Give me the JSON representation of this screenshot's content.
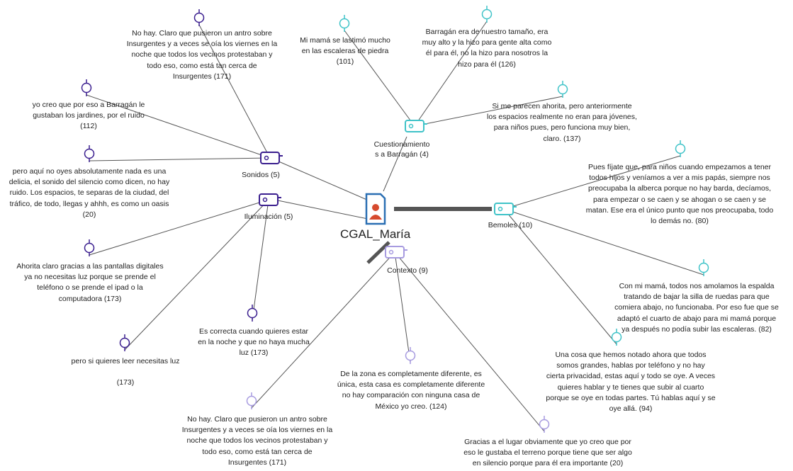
{
  "case": {
    "name": "CGAL_María",
    "icon": "document-person-icon"
  },
  "colors": {
    "sonidos": "#3b1f8f",
    "barragan": "#3fc3c8",
    "contexto": "#a79be0",
    "connector": "#555555",
    "line": "#555555"
  },
  "codes": {
    "sonidos": "Sonidos (5)",
    "iluminacion": "Iluminación (5)",
    "cuestionamiento": "Cuestionamiento\ns a Barragán (4)",
    "bemoles": "Bemoles (10)",
    "contexto": "Contexto (9)"
  },
  "quotes": {
    "q1": "No hay. Claro que pusieron un antro sobre\nInsurgentes y a veces se oía los viernes en la\nnoche que todos los vecinos protestaban y\ntodo eso, como está tan cerca de\nInsurgentes (171)",
    "q2": "yo creo que por eso a Barragán le\ngustaban los jardines, por el ruido\n(112)",
    "q3": "pero aquí no oyes absolutamente nada es una\ndelicia, el sonido del silencio como dicen, no hay\nruido. Los espacios, te separas de la ciudad, del\ntráfico, de todo, llegas y ahhh, es como un oasis\n(20)",
    "q4": "Mi mamá se lastimó mucho\nen las escaleras de piedra\n(101)",
    "q5": "Barragán era de nuestro tamaño, era\nmuy alto y la hizo para gente alta como\nél para él, no la hizo para nosotros la\nhizo para él (126)",
    "q6": "Si me parecen ahorita, pero anteriormente\nlos espacios realmente no eran para jóvenes,\npara niños pues, pero funciona muy bien,\nclaro. (137)",
    "q7": "Pues fíjate que, para niños cuando empezamos a tener\ntodos hijos y veníamos a ver a mis papás, siempre nos\npreocupaba la alberca porque no hay barda, decíamos,\npara empezar o se caen y se ahogan o se caen y se\nmatan. Ese era el único punto que nos preocupaba, todo\nlo demás no. (80)",
    "q8": "Ahorita claro gracias a las pantallas digitales\nya no necesitas luz porque se prende el\nteléfono o se prende el ipad o la\ncomputadora (173)",
    "q9": "Es correcta cuando quieres estar\nen la noche y que no haya mucha\nluz (173)",
    "q10": "pero si quieres leer necesitas luz\n\n(173)",
    "q11": "Con mi mamá, todos nos amolamos la espalda\ntratando de bajar la silla de ruedas para que\ncomiera abajo, no funcionaba. Por eso fue que se\nadaptó el cuarto de abajo para mi mamá porque\nya después no podía subir las escaleras. (82)",
    "q12": "De la zona es completamente diferente, es\núnica, esta casa es completamente diferente\nno hay comparación con ninguna casa de\nMéxico yo creo. (124)",
    "q13": "Una cosa que hemos notado ahora que todos\nsomos grandes, hablas por teléfono y no hay\ncierta privacidad, estas aquí y todo se oye. A veces\nquieres hablar y te tienes que subir al cuarto\nporque se oye en todas partes. Tú hablas aquí y se\noye allá. (94)",
    "q14": "No hay. Claro que pusieron un antro sobre\nInsurgentes y a veces se oía los viernes en la\nnoche que todos los vecinos protestaban y\ntodo eso, como está tan cerca de\nInsurgentes (171)",
    "q15": "Gracias a el lugar obviamente que yo creo que por\neso le gustaba el terreno porque tiene que ser algo\nen silencio porque para él era importante (20)"
  }
}
